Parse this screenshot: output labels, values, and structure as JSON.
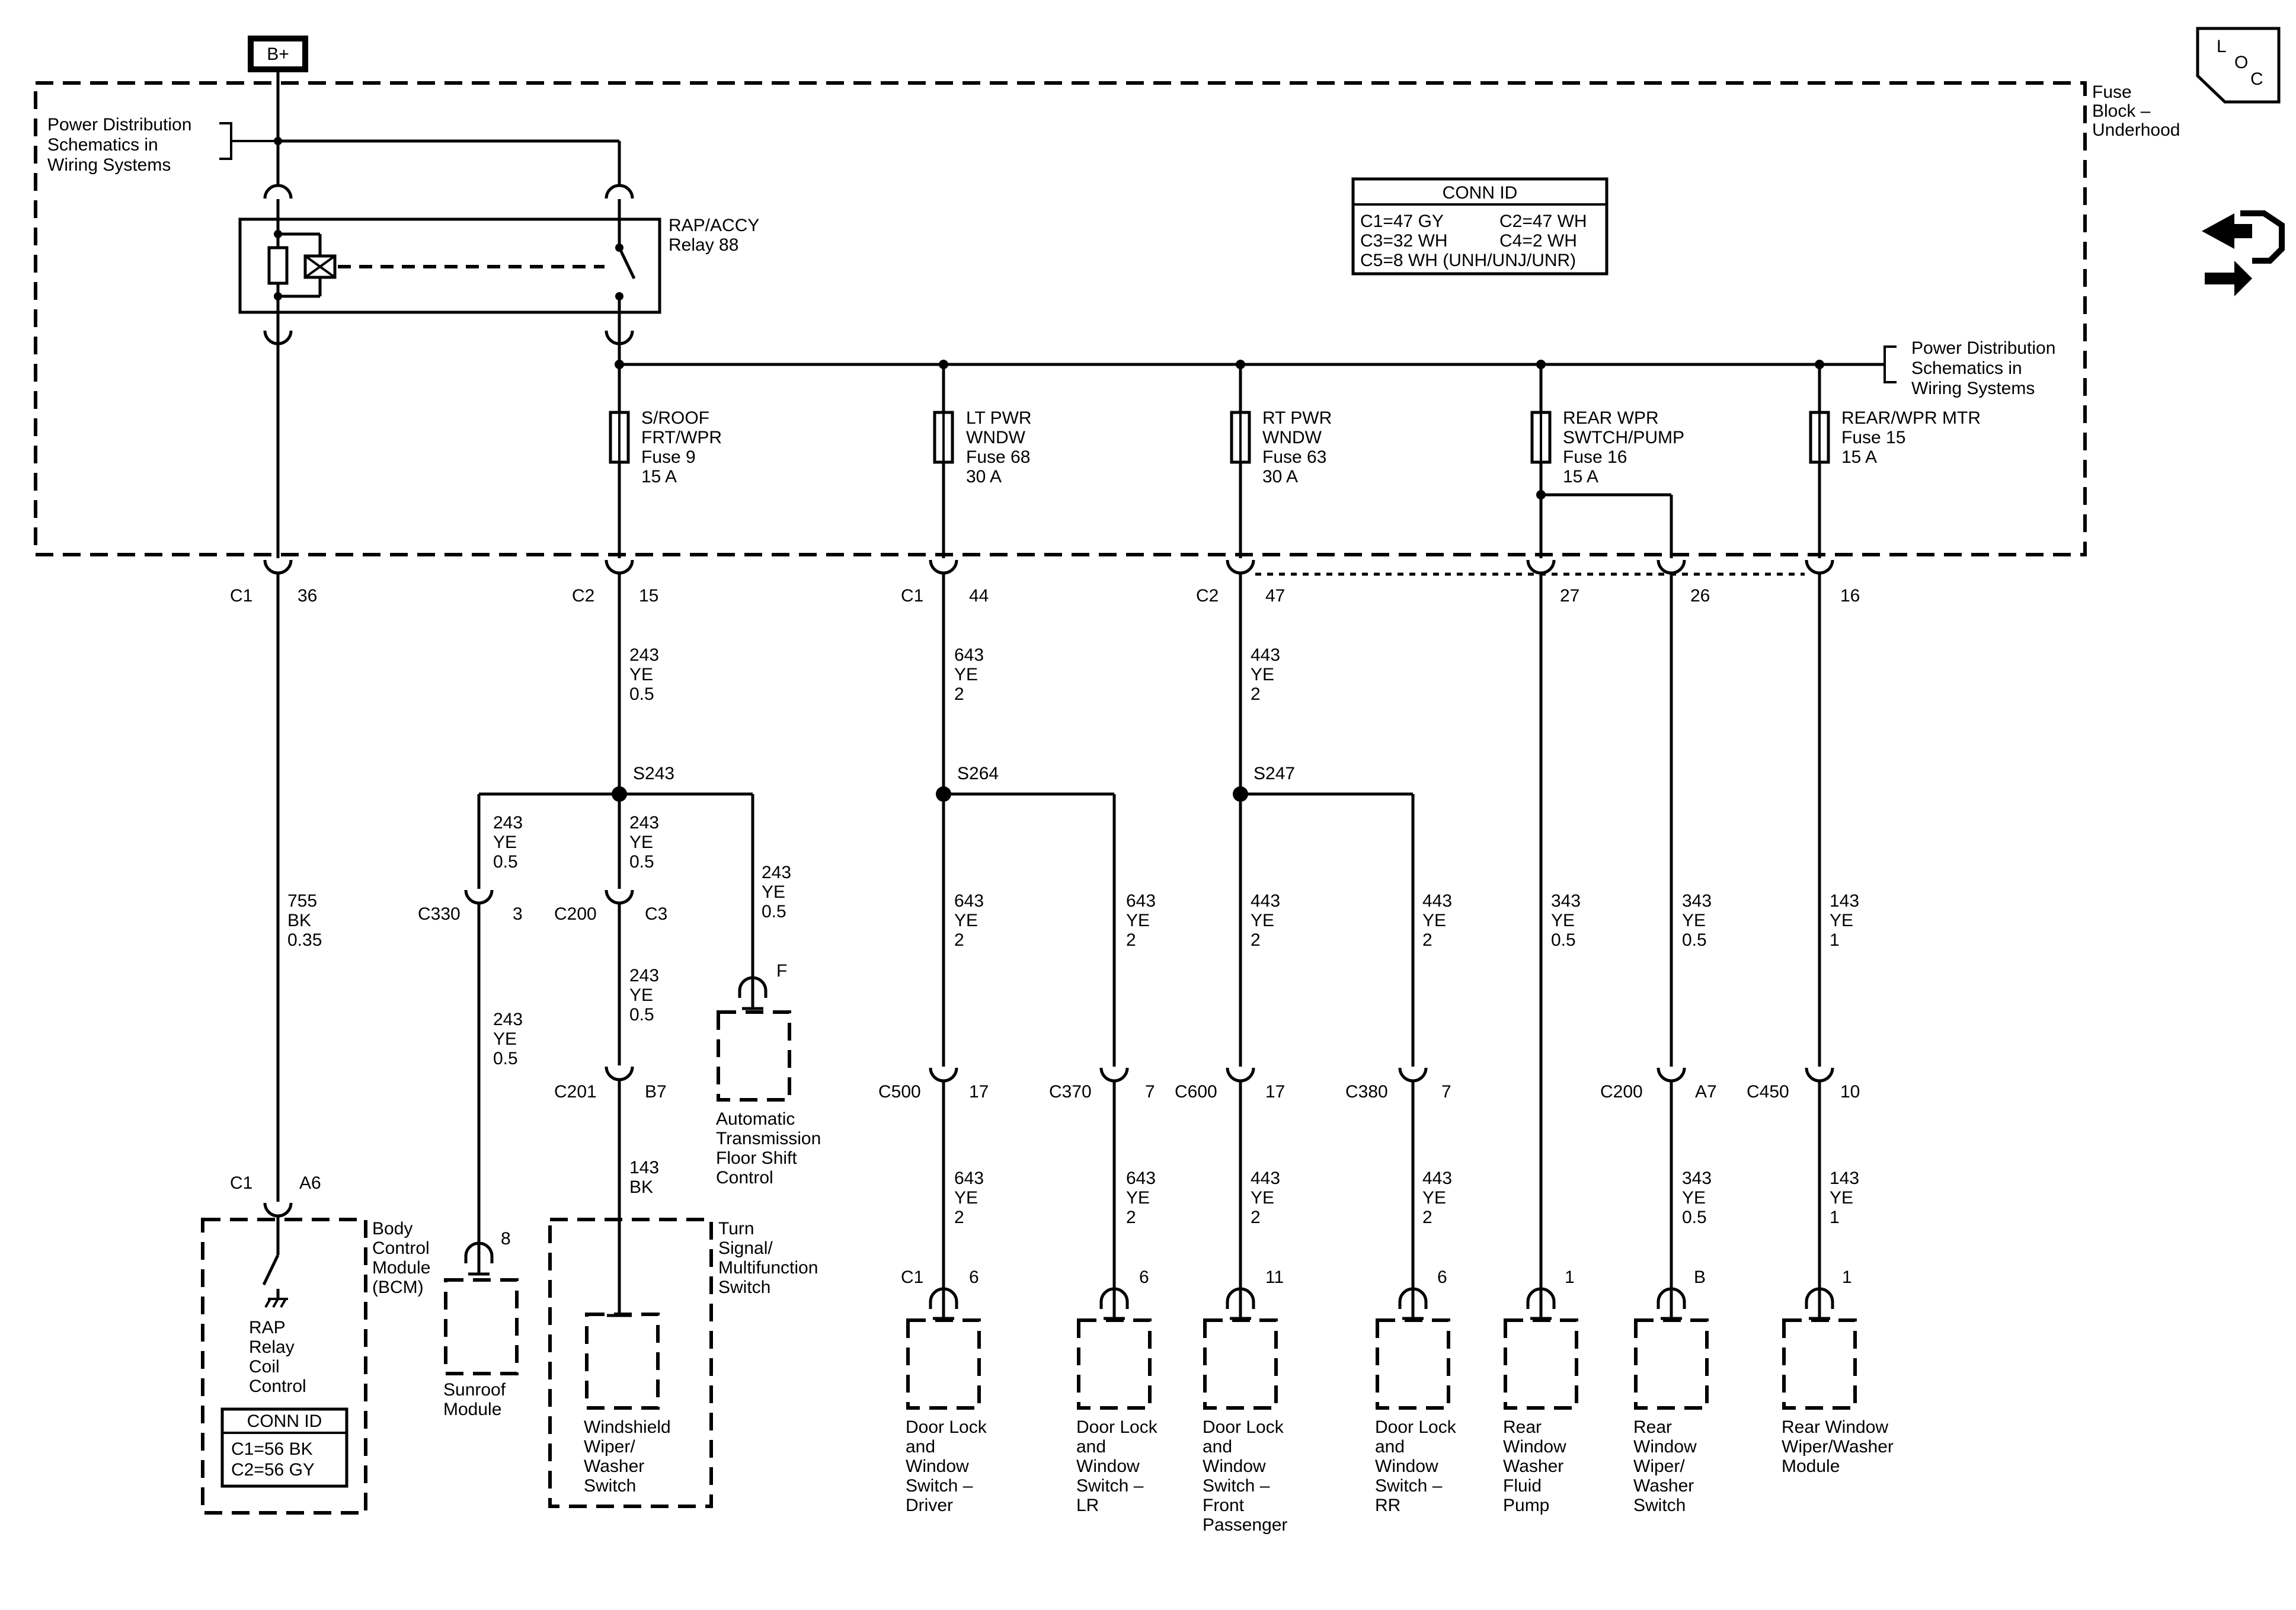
{
  "battery_label": "B+",
  "loc_icon": {
    "l": "L",
    "o": "O",
    "c": "C"
  },
  "navigation_icon": "hand-arrows-icon",
  "fuse_block": {
    "line1": "Fuse",
    "line2": "Block –",
    "line3": "Underhood"
  },
  "power_ref_left": [
    "Power Distribution",
    "Schematics in",
    "Wiring Systems"
  ],
  "power_ref_right": [
    "Power Distribution",
    "Schematics in",
    "Wiring Systems"
  ],
  "relay": [
    "RAP/ACCY",
    "Relay 88"
  ],
  "conn_id_top": {
    "title": "CONN ID",
    "rows": [
      "C1=47 GY",
      "C2=47 WH",
      "C3=32 WH",
      "C4=2 WH",
      "C5=8 WH (UNH/UNJ/UNR)"
    ]
  },
  "fuses": [
    [
      "S/ROOF",
      "FRT/WPR",
      "Fuse 9",
      "15 A"
    ],
    [
      "LT PWR",
      "WNDW",
      "Fuse 68",
      "30 A"
    ],
    [
      "RT PWR",
      "WNDW",
      "Fuse 63",
      "30 A"
    ],
    [
      "REAR WPR",
      "SWTCH/PUMP",
      "Fuse 16",
      "15 A"
    ],
    [
      "REAR/WPR MTR",
      "Fuse 15",
      "15 A"
    ]
  ],
  "fuse_connectors": [
    {
      "conn": "C1",
      "pin": "36"
    },
    {
      "conn": "C2",
      "pin": "15"
    },
    {
      "conn": "C1",
      "pin": "44"
    },
    {
      "conn": "C2",
      "pin": "47"
    },
    {
      "conn": "",
      "pin": "27"
    },
    {
      "conn": "",
      "pin": "26"
    },
    {
      "conn": "",
      "pin": "16"
    }
  ],
  "splices": [
    "S243",
    "S264",
    "S247"
  ],
  "wire_labels": {
    "w755": [
      "755",
      "BK",
      "0.35"
    ],
    "w243": [
      "243",
      "YE",
      "0.5"
    ],
    "w643": [
      "643",
      "YE",
      "2"
    ],
    "w443": [
      "443",
      "YE",
      "2"
    ],
    "w343": [
      "343",
      "YE",
      "0.5"
    ],
    "w143_1": [
      "143",
      "YE",
      "1"
    ],
    "w143_bk": [
      "143",
      "BK"
    ]
  },
  "inline_connectors": [
    {
      "conn": "C330",
      "pin": "3"
    },
    {
      "conn": "C200",
      "pin": "C3"
    },
    {
      "conn": "C201",
      "pin": "B7"
    },
    {
      "conn": "C500",
      "pin": "17"
    },
    {
      "conn": "C370",
      "pin": "7"
    },
    {
      "conn": "C600",
      "pin": "17"
    },
    {
      "conn": "C380",
      "pin": "7"
    },
    {
      "conn": "C200",
      "pin": "A7"
    },
    {
      "conn": "C450",
      "pin": "10"
    }
  ],
  "bcm": {
    "conn": "C1",
    "pin": "A6",
    "name": [
      "Body",
      "Control",
      "Module",
      "(BCM)"
    ],
    "inner": [
      "RAP",
      "Relay",
      "Coil",
      "Control"
    ],
    "conn_id": {
      "title": "CONN ID",
      "rows": [
        "C1=56 BK",
        "C2=56 GY"
      ]
    }
  },
  "components": [
    {
      "pin": "8",
      "conn": "",
      "name": [
        "Sunroof",
        "Module"
      ]
    },
    {
      "pin": "",
      "conn": "",
      "name": [
        "Windshield",
        "Wiper/",
        "Washer",
        "Switch"
      ],
      "title": [
        "Turn",
        "Signal/",
        "Multifunction",
        "Switch"
      ]
    },
    {
      "pin": "F",
      "conn": "",
      "name": [
        "Automatic",
        "Transmission",
        "Floor Shift",
        "Control"
      ]
    },
    {
      "pin": "6",
      "conn": "C1",
      "name": [
        "Door Lock",
        "and",
        "Window",
        "Switch –",
        "Driver"
      ]
    },
    {
      "pin": "6",
      "conn": "",
      "name": [
        "Door Lock",
        "and",
        "Window",
        "Switch –",
        "LR"
      ]
    },
    {
      "pin": "11",
      "conn": "",
      "name": [
        "Door Lock",
        "and",
        "Window",
        "Switch –",
        "Front",
        "Passenger"
      ]
    },
    {
      "pin": "6",
      "conn": "",
      "name": [
        "Door Lock",
        "and",
        "Window",
        "Switch –",
        "RR"
      ]
    },
    {
      "pin": "1",
      "conn": "",
      "name": [
        "Rear",
        "Window",
        "Washer",
        "Fluid",
        "Pump"
      ]
    },
    {
      "pin": "B",
      "conn": "",
      "name": [
        "Rear",
        "Window",
        "Wiper/",
        "Washer",
        "Switch"
      ]
    },
    {
      "pin": "1",
      "conn": "",
      "name": [
        "Rear Window",
        "Wiper/Washer",
        "Module"
      ]
    }
  ]
}
